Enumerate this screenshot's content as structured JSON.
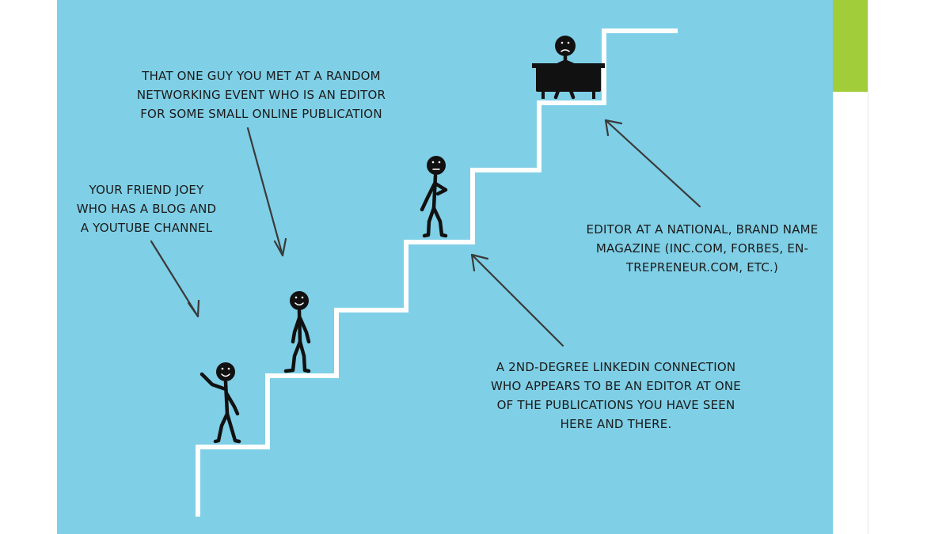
{
  "colors": {
    "panel": "#7fcfe6",
    "accent": "#a2cd3a",
    "stairs": "#ffffff",
    "ink": "#111111",
    "arrow": "#3a3a3a"
  },
  "labels": {
    "joey": [
      "YOUR FRIEND JOEY",
      "WHO HAS A BLOG AND",
      "A YOUTUBE CHANNEL"
    ],
    "networking_guy": [
      "THAT ONE GUY YOU MET  AT A RANDOM",
      "NETWORKING EVENT WHO IS AN EDITOR",
      "FOR SOME SMALL ONLINE PUBLICATION"
    ],
    "linkedin": [
      "A 2ND-DEGREE LINKEDIN CONNECTION",
      "WHO APPEARS TO BE AN EDITOR AT ONE",
      "OF THE PUBLICATIONS YOU HAVE SEEN",
      "HERE AND THERE."
    ],
    "national_editor": [
      "EDITOR AT A NATIONAL, BRAND NAME",
      "MAGAZINE (INC.COM, FORBES, EN-",
      "TREPRENEUR.COM, ETC.)"
    ]
  }
}
